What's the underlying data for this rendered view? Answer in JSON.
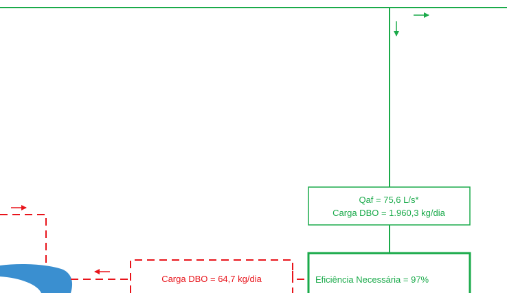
{
  "colors": {
    "green": "#1aaa4a",
    "red": "#e8141b",
    "blue": "#3a8fd0"
  },
  "green_box": {
    "line1": "Qaf = 75,6 L/s*",
    "line2": "Carga DBO = 1.960,3 kg/dia"
  },
  "efficiency_box": {
    "label": "Eficiência Necessária = 97%"
  },
  "red_box": {
    "label": "Carga DBO = 64,7 kg/dia"
  }
}
